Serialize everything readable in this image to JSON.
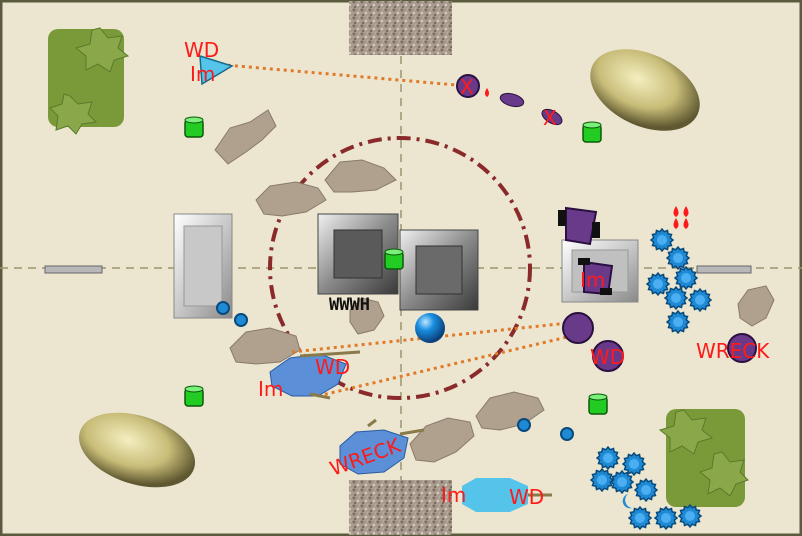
{
  "board": {
    "background": "#ece6d0",
    "border": "#5a5a3e",
    "center_line_color": "#9a9670",
    "ring_color": "#8a2a2a",
    "range_line_color": "#e07a28"
  },
  "labels": {
    "wd_top_left": "WD",
    "im_top_left": "Im",
    "x_mark_1": "X",
    "x_mark_2": "X",
    "wwwh": "WWWH",
    "im_right": "Im",
    "wd_right": "WD",
    "wreck_right": "WRECK",
    "wd_left": "WD",
    "im_left": "Im",
    "wreck_bottom": "WRECK",
    "im_bottom": "Im",
    "wd_bottom": "WD"
  },
  "colors": {
    "text_red": "#ff1a1a",
    "blue_team": "#1e8ad6",
    "purple_team": "#6a3a8a",
    "objective_green": "#22cc22",
    "forest_green": "#7a9a3a",
    "rock_gold": "#b8ad6a",
    "vehicle_blue": "#5b8fd8",
    "vehicle_cyan": "#55c4ea"
  }
}
